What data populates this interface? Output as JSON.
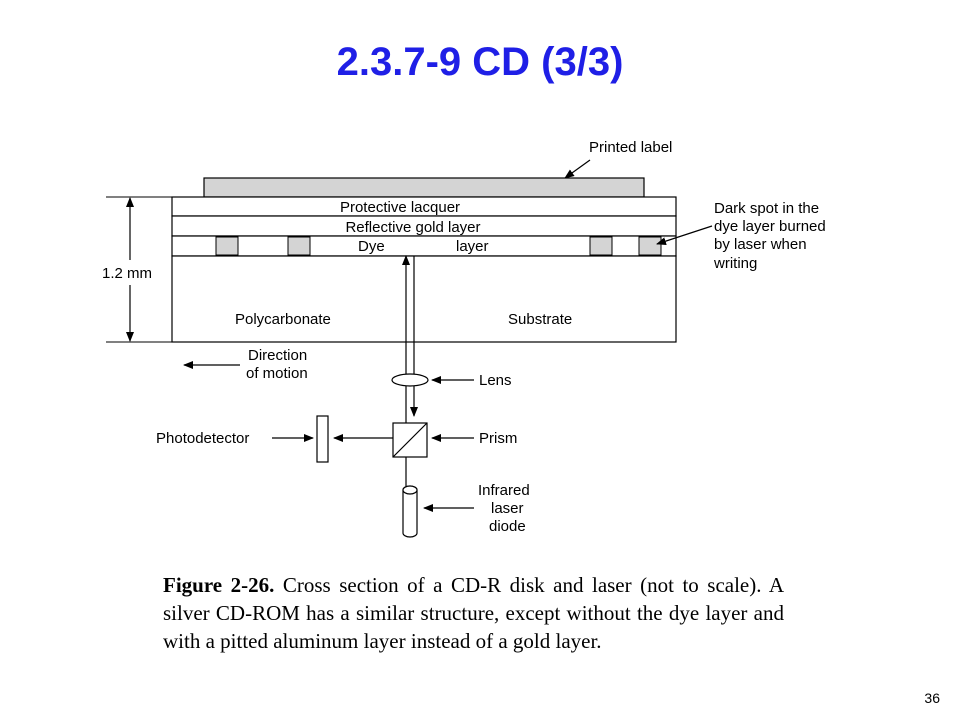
{
  "slide": {
    "title": "2.3.7-9  CD (3/3)",
    "page_number": "36"
  },
  "diagram": {
    "labels": {
      "printed_label": "Printed label",
      "protective_lacquer": "Protective lacquer",
      "reflective_gold_layer": "Reflective gold layer",
      "dye": "Dye",
      "layer": "layer",
      "thickness": "1.2 mm",
      "polycarbonate": "Polycarbonate",
      "substrate": "Substrate",
      "dark_spot": [
        "Dark spot in the",
        "dye layer burned",
        "by laser when",
        "writing"
      ],
      "direction": [
        "Direction",
        "of motion"
      ],
      "lens": "Lens",
      "photodetector": "Photodetector",
      "prism": "Prism",
      "laser_diode": [
        "Infrared",
        "laser",
        "diode"
      ]
    },
    "colors": {
      "label_fill": "#d4d4d4",
      "spot_fill": "#d4d4d4",
      "stroke": "#000000"
    }
  },
  "caption": {
    "figure_label": "Figure 2-26.",
    "text": "Cross section of a CD-R disk and laser (not to scale).  A silver CD-ROM has a similar structure, except without the dye layer and with a pitted aluminum layer instead of a gold layer."
  }
}
